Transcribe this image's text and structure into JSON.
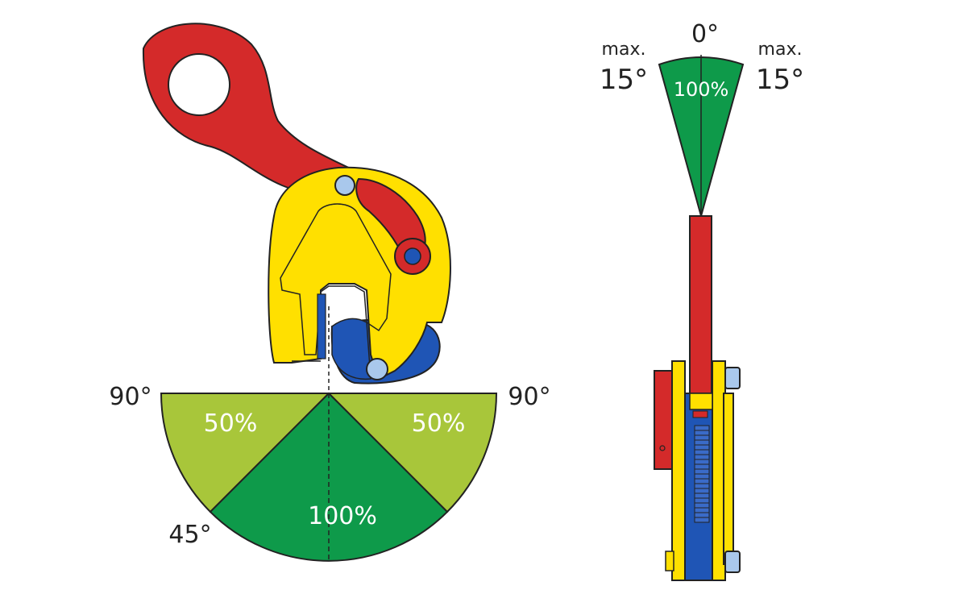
{
  "colors": {
    "red": "#d42a2a",
    "yellow": "#ffe000",
    "blue": "#1f55b5",
    "light_blue": "#a9c8ec",
    "dark_green": "#0e9a4a",
    "light_green": "#a8c63a",
    "outline": "#222222"
  },
  "left_diagram": {
    "label_left_90": "90°",
    "label_right_90": "90°",
    "label_45": "45°",
    "sector_left_pct": "50%",
    "sector_right_pct": "50%",
    "sector_center_pct": "100%"
  },
  "right_diagram": {
    "label_0": "0°",
    "label_max_left": "max.",
    "label_15_left": "15°",
    "label_max_right": "max.",
    "label_15_right": "15°",
    "sector_pct": "100%"
  }
}
